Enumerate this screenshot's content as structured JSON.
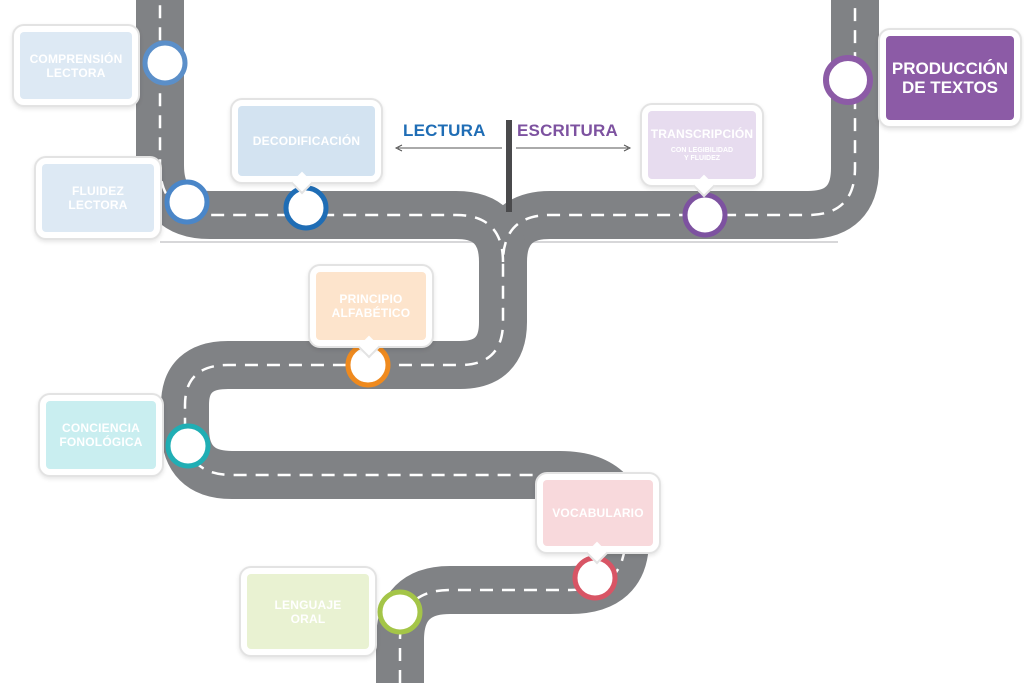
{
  "branch_labels": {
    "lectura": "LECTURA",
    "escritura": "ESCRITURA"
  },
  "milestones": {
    "comprension_lectora": "COMPRENSIÓN\nLECTORA",
    "fluidez_lectora": "FLUIDEZ\nLECTORA",
    "decodificacion": "DECODIFICACIÓN",
    "principio_alfabetico": "PRINCIPIO\nALFABÉTICO",
    "conciencia_fonologica": "CONCIENCIA\nFONOLÓGICA",
    "vocabulario": "VOCABULARIO",
    "lenguaje_oral": "LENGUAJE\nORAL",
    "transcripcion": "TRANSCRIPCIÓN",
    "transcripcion_sub": "CON LEGIBILIDAD\nY FLUIDEZ",
    "produccion_textos": "PRODUCCIÓN\nDE TEXTOS"
  },
  "colors": {
    "road": "#808285",
    "road_line": "#ffffff",
    "lectura": "#1f6db5",
    "escritura": "#7d52a0",
    "comprension": "#5b8fc9",
    "fluidez": "#4a86c8",
    "decodificacion": "#1f6db5",
    "alfabetico": "#ef8a1e",
    "fonologica": "#20aeb4",
    "vocabulario": "#d85565",
    "oral": "#a4c548",
    "transcripcion": "#7d52a0",
    "produccion": "#8c5ba6"
  }
}
